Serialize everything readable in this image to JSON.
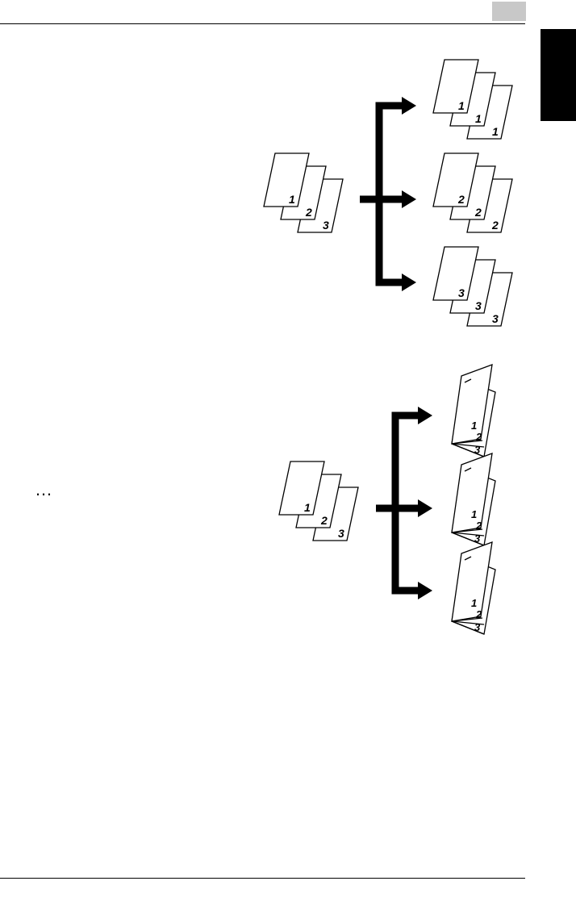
{
  "page": {
    "ellipsis": "…"
  },
  "colors": {
    "ink": "#000000",
    "page_number_box": "#c8c8c8",
    "chapter_tab": "#000000"
  },
  "diagrams": [
    {
      "name": "sort-diagram",
      "input_labels": [
        "1",
        "2",
        "3"
      ],
      "outputs": [
        {
          "labels": [
            "1",
            "1",
            "1"
          ]
        },
        {
          "labels": [
            "2",
            "2",
            "2"
          ]
        },
        {
          "labels": [
            "3",
            "3",
            "3"
          ]
        }
      ]
    },
    {
      "name": "booklet-diagram",
      "input_labels": [
        "1",
        "2",
        "3"
      ],
      "outputs": [
        {
          "labels": [
            "1",
            "2",
            "3"
          ]
        },
        {
          "labels": [
            "1",
            "2",
            "3"
          ]
        },
        {
          "labels": [
            "1",
            "2",
            "3"
          ]
        }
      ]
    }
  ]
}
